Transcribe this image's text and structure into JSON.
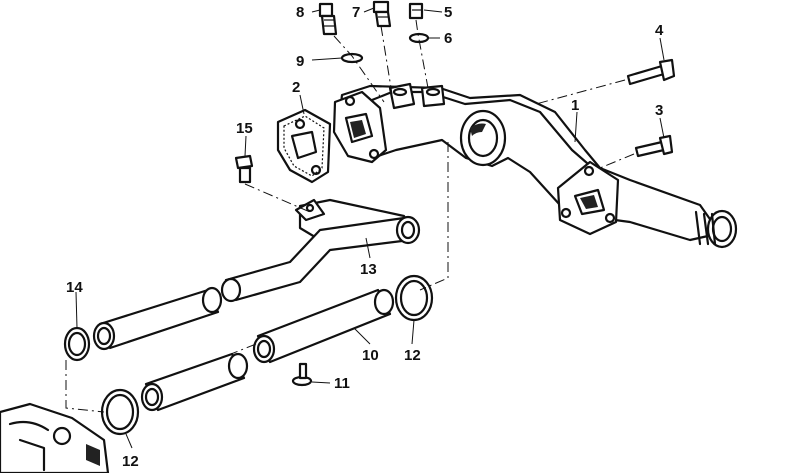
{
  "callouts": {
    "c1": "1",
    "c2": "2",
    "c3": "3",
    "c4": "4",
    "c5": "5",
    "c6": "6",
    "c7": "7",
    "c8": "8",
    "c9": "9",
    "c10": "10",
    "c11": "11",
    "c12a": "12",
    "c12b": "12",
    "c13": "13",
    "c14": "14",
    "c15": "15"
  },
  "colors": {
    "ink": "#111111",
    "background": "#ffffff"
  }
}
